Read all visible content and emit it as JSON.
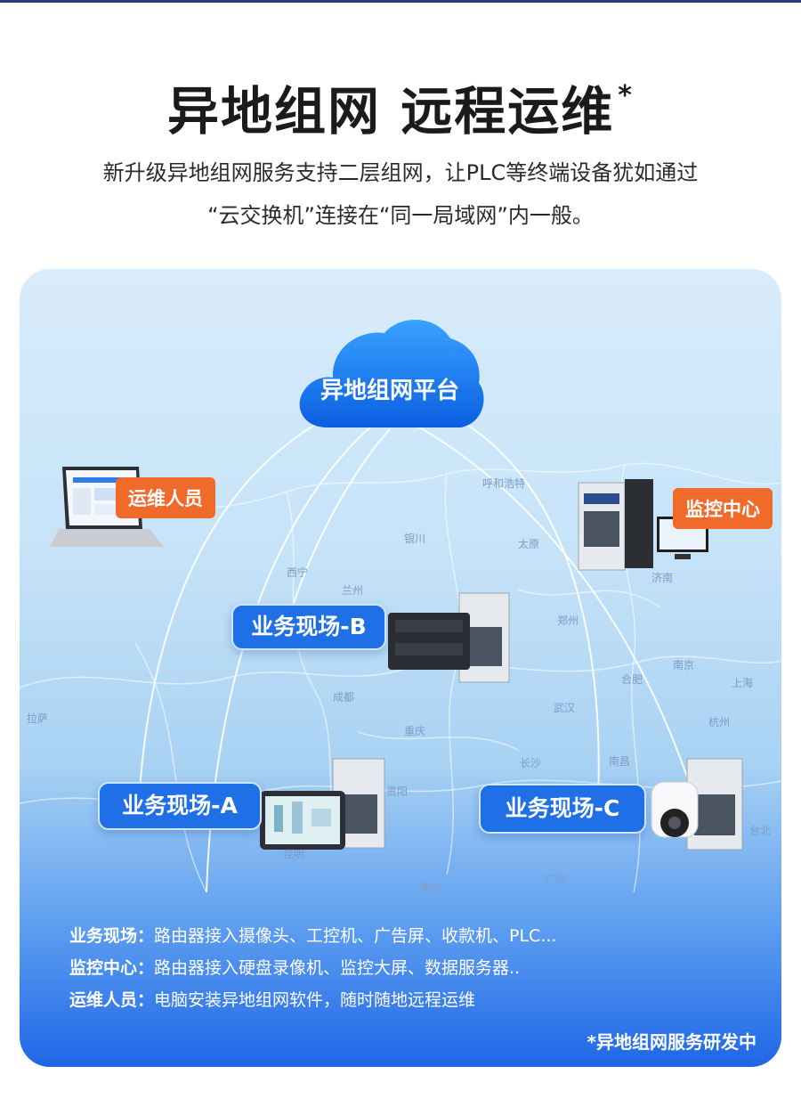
{
  "header": {
    "title": "异地组网 远程运维",
    "asterisk": "*",
    "subtitle_line1": "新升级异地组网服务支持二层组网，让PLC等终端设备犹如通过",
    "subtitle_line2": "“云交换机”连接在“同一局域网”内一般。"
  },
  "diagram": {
    "cloud_label": "异地组网平台",
    "ops_label": "运维人员",
    "monitor_label": "监控中心",
    "site_b_label": "业务现场-B",
    "site_a_label": "业务现场-A",
    "site_c_label": "业务现场-C",
    "cities": [
      "呼和浩特",
      "银川",
      "太原",
      "西宁",
      "兰州",
      "济南",
      "郑州",
      "南京",
      "合肥",
      "上海",
      "成都",
      "武汉",
      "杭州",
      "拉萨",
      "重庆",
      "长沙",
      "南昌",
      "贵阳",
      "台北",
      "昆明",
      "南宁",
      "广州"
    ],
    "colors": {
      "accent_blue": "#1f6fe6",
      "accent_orange": "#f06a2a"
    }
  },
  "legend": {
    "rows": [
      {
        "label": "业务现场：",
        "text": "路由器接入摄像头、工控机、广告屏、收款机、PLC..."
      },
      {
        "label": "监控中心：",
        "text": "路由器接入硬盘录像机、监控大屏、数据服务器.."
      },
      {
        "label": "运维人员：",
        "text": "电脑安装异地组网软件，随时随地远程运维"
      }
    ],
    "footnote": "*异地组网服务研发中"
  }
}
